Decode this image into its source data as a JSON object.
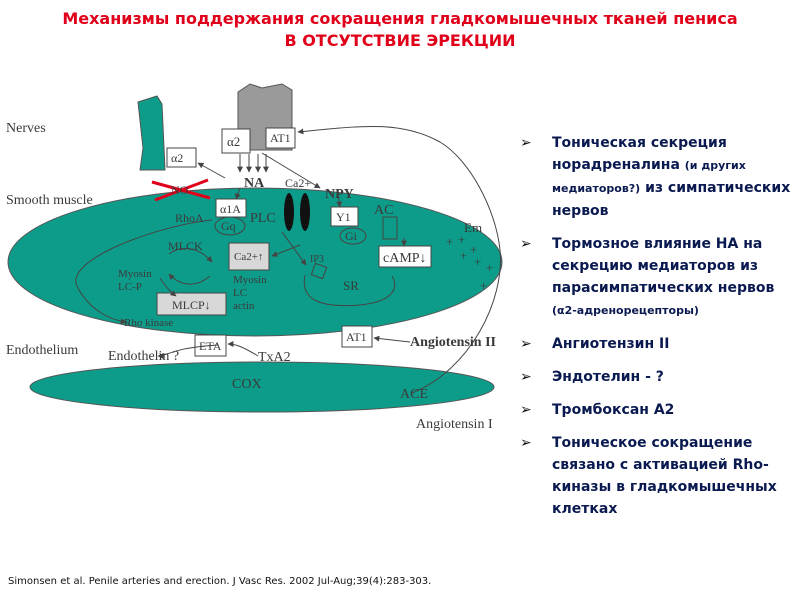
{
  "header": {
    "title_line1": "Механизмы поддержания сокращения гладкомышечных тканей пениса",
    "title_line2": "В ОТСУТСТВИЕ ЭРЕКЦИИ"
  },
  "diagram": {
    "labels": {
      "nerves": "Nerves",
      "smooth_muscle": "Smooth muscle",
      "endothelium": "Endothelium",
      "alpha2_left": "α2",
      "no": "NO",
      "alpha2_top": "α2",
      "at1_top": "AT1",
      "na": "NA",
      "ca2_top": "Ca2+",
      "npy": "NPY",
      "alpha1a": "α1A",
      "rhoa": "RhoA",
      "gq": "Gq",
      "plc": "PLC",
      "y1": "Y1",
      "gi": "Gi",
      "ac": "AC",
      "em": "Em",
      "mlck": "MLCK",
      "ca2_inner": "Ca2+↑",
      "ip3": "IP3",
      "camp": "cAMP↓",
      "myosin_lcp": "Myosin\nLC-P",
      "myosin_lc_actin": "Myosin\nLC\nactin",
      "sr": "SR",
      "mlcp": "MLCP↓",
      "rho_kinase": "Rho kinase",
      "eta": "ETA",
      "endothelin": "Endothelin ?",
      "txa2": "TxA2",
      "at1_bottom": "AT1",
      "angiotensin2": "Angiotensin II",
      "cox": "COX",
      "ace": "ACE",
      "angiotensin1": "Angiotensin I"
    }
  },
  "bullets": [
    {
      "main": "Тоническая секреция норадреналина",
      "note": "(и других медиаторов?)",
      "tail": "из симпатических нервов"
    },
    {
      "main": "Тормозное влияние НА на секрецию  медиаторов из парасимпатических нервов",
      "note": "(α2-адренорецепторы)",
      "tail": ""
    },
    {
      "main": "Ангиотензин II",
      "note": "",
      "tail": ""
    },
    {
      "main": "Эндотелин - ?",
      "note": "",
      "tail": ""
    },
    {
      "main": "Тромбоксан А2",
      "note": "",
      "tail": ""
    },
    {
      "main": "Тоническое сокращение связано с активацией Rho-киназы в гладкомышечных клетках",
      "note": "",
      "tail": ""
    }
  ],
  "citation": "Simonsen et al. Penile arteries and erection. J Vasc Res. 2002 Jul-Aug;39(4):283-303.",
  "colors": {
    "title": "#e0001a",
    "teal": "#0e9c8a",
    "nerve_gray": "#9a9a9a",
    "bullet_text": "#0a1a50",
    "no_cross": "#e0001a"
  }
}
